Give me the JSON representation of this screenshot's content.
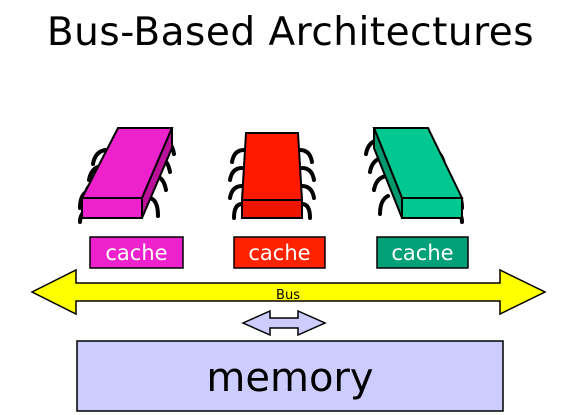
{
  "slide": {
    "title": "Bus-Based Architectures"
  },
  "processors": [
    {
      "name": "processor-1",
      "color": "#ee22cc",
      "dark": "#bb1199",
      "cache_label": "cache"
    },
    {
      "name": "processor-2",
      "color": "#ff1a00",
      "dark": "#cc1000",
      "cache_label": "cache"
    },
    {
      "name": "processor-3",
      "color": "#00c890",
      "dark": "#009a6e",
      "cache_label": "cache"
    }
  ],
  "bus": {
    "label": "Bus",
    "color": "#ffff00"
  },
  "memory": {
    "label": "memory",
    "color": "#ccccff"
  },
  "connector": {
    "color": "#ccccff"
  }
}
